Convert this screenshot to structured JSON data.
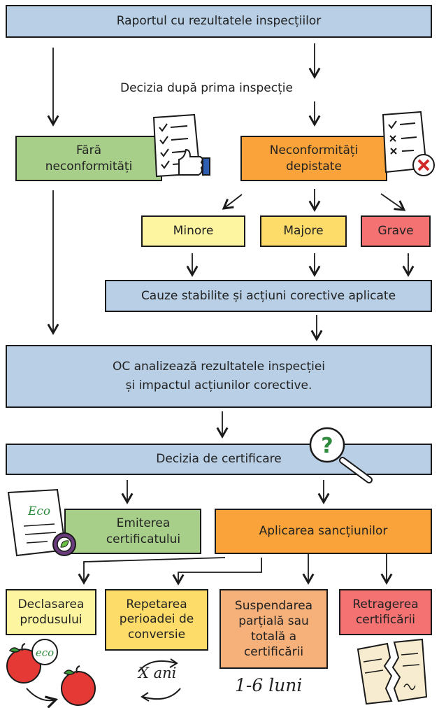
{
  "top": {
    "report": "Raportul cu rezultatele inspecțiilor",
    "decision_label": "Decizia  după prima inspecție"
  },
  "first": {
    "no_nc": "Fără\nneconformități",
    "nc_found": "Neconformități\ndepistate"
  },
  "levels": {
    "minor": "Minore",
    "major": "Majore",
    "grave": "Grave"
  },
  "causes": "Cauze stabilite și acțiuni corective aplicate",
  "oc_analysis": "OC analizează rezultatele inspecției\nși impactul acțiunilor corective.",
  "cert_decision": "Decizia de certificare",
  "outcomes": {
    "issue": "Emiterea\ncertificatului",
    "sanctions": "Aplicarea sancțiunilor"
  },
  "sanctions": {
    "declass": "Declasarea\nprodusului",
    "repeat": "Repetarea\nperioadei de\nconversie",
    "suspend": "Suspendarea\nparțială sau\ntotală a\ncertificării",
    "withdraw": "Retragerea\ncertificării"
  },
  "annotations": {
    "eco_doc": "Eco",
    "eco_apple": "eco",
    "years": "X ani",
    "months": "1-6 luni",
    "question": "?"
  },
  "colors": {
    "blue": "#b8cfe6",
    "green": "#a7cf8a",
    "orange": "#f9a33a",
    "light_yellow": "#fdf5a0",
    "yellow": "#fddc6a",
    "red": "#f47272",
    "peach": "#f6b07a"
  },
  "icons": [
    "checklist-thumbs-up-icon",
    "checklist-cross-icon",
    "magnifier-question-icon",
    "eco-certificate-icon",
    "apples-icon",
    "cycle-arrows-icon",
    "torn-document-icon"
  ]
}
